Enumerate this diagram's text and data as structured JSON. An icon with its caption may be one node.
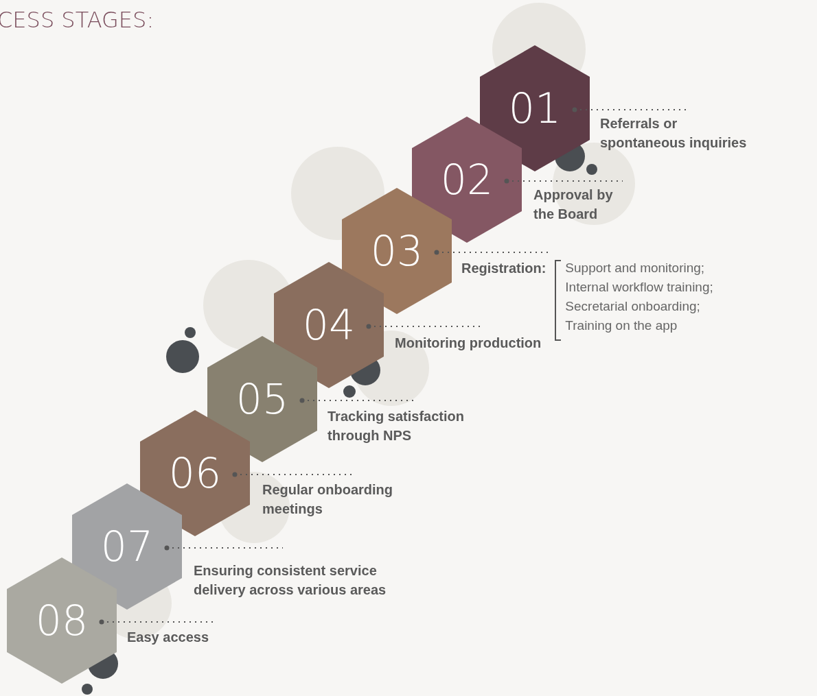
{
  "diagram": {
    "title": "CESS STAGES:",
    "nodes": [
      {
        "text": [
          "01"
        ]
      },
      {
        "text": [
          "Referrals or spontaneous inquiries"
        ]
      },
      {
        "text": [
          "02"
        ]
      },
      {
        "text": [
          "Approval by the Board"
        ]
      },
      {
        "text": [
          "03"
        ]
      },
      {
        "text": [
          "Registration:",
          "Support and monitoring;",
          "Internal workflow training;",
          "Secretarial onboarding;",
          "Training on the app"
        ]
      },
      {
        "text": [
          "04"
        ]
      },
      {
        "text": [
          "Monitoring production"
        ]
      },
      {
        "text": [
          "05"
        ]
      },
      {
        "text": [
          "Tracking satisfaction through NPS"
        ]
      },
      {
        "text": [
          "06"
        ]
      },
      {
        "text": [
          "Regular onboarding meetings"
        ]
      },
      {
        "text": [
          "07"
        ]
      },
      {
        "text": [
          "Ensuring consistent service delivery across various areas"
        ]
      },
      {
        "text": [
          "08"
        ]
      },
      {
        "text": [
          "Easy access"
        ]
      }
    ],
    "edges": [
      {
        "from": 0,
        "to": 1,
        "arrow": "other",
        "style": "dashed"
      },
      {
        "from": 2,
        "to": 3,
        "arrow": "other",
        "style": "dashed"
      },
      {
        "from": 4,
        "to": 5,
        "arrow": "other",
        "style": "dashed"
      },
      {
        "from": 6,
        "to": 7,
        "arrow": "other",
        "style": "dashed"
      },
      {
        "from": 8,
        "to": 9,
        "arrow": "other",
        "style": "dashed"
      },
      {
        "from": 10,
        "to": 11,
        "arrow": "other",
        "style": "dashed"
      },
      {
        "from": 12,
        "to": 13,
        "arrow": "other",
        "style": "dashed"
      },
      {
        "from": 14,
        "to": 15,
        "arrow": "other",
        "style": "dashed"
      }
    ]
  }
}
